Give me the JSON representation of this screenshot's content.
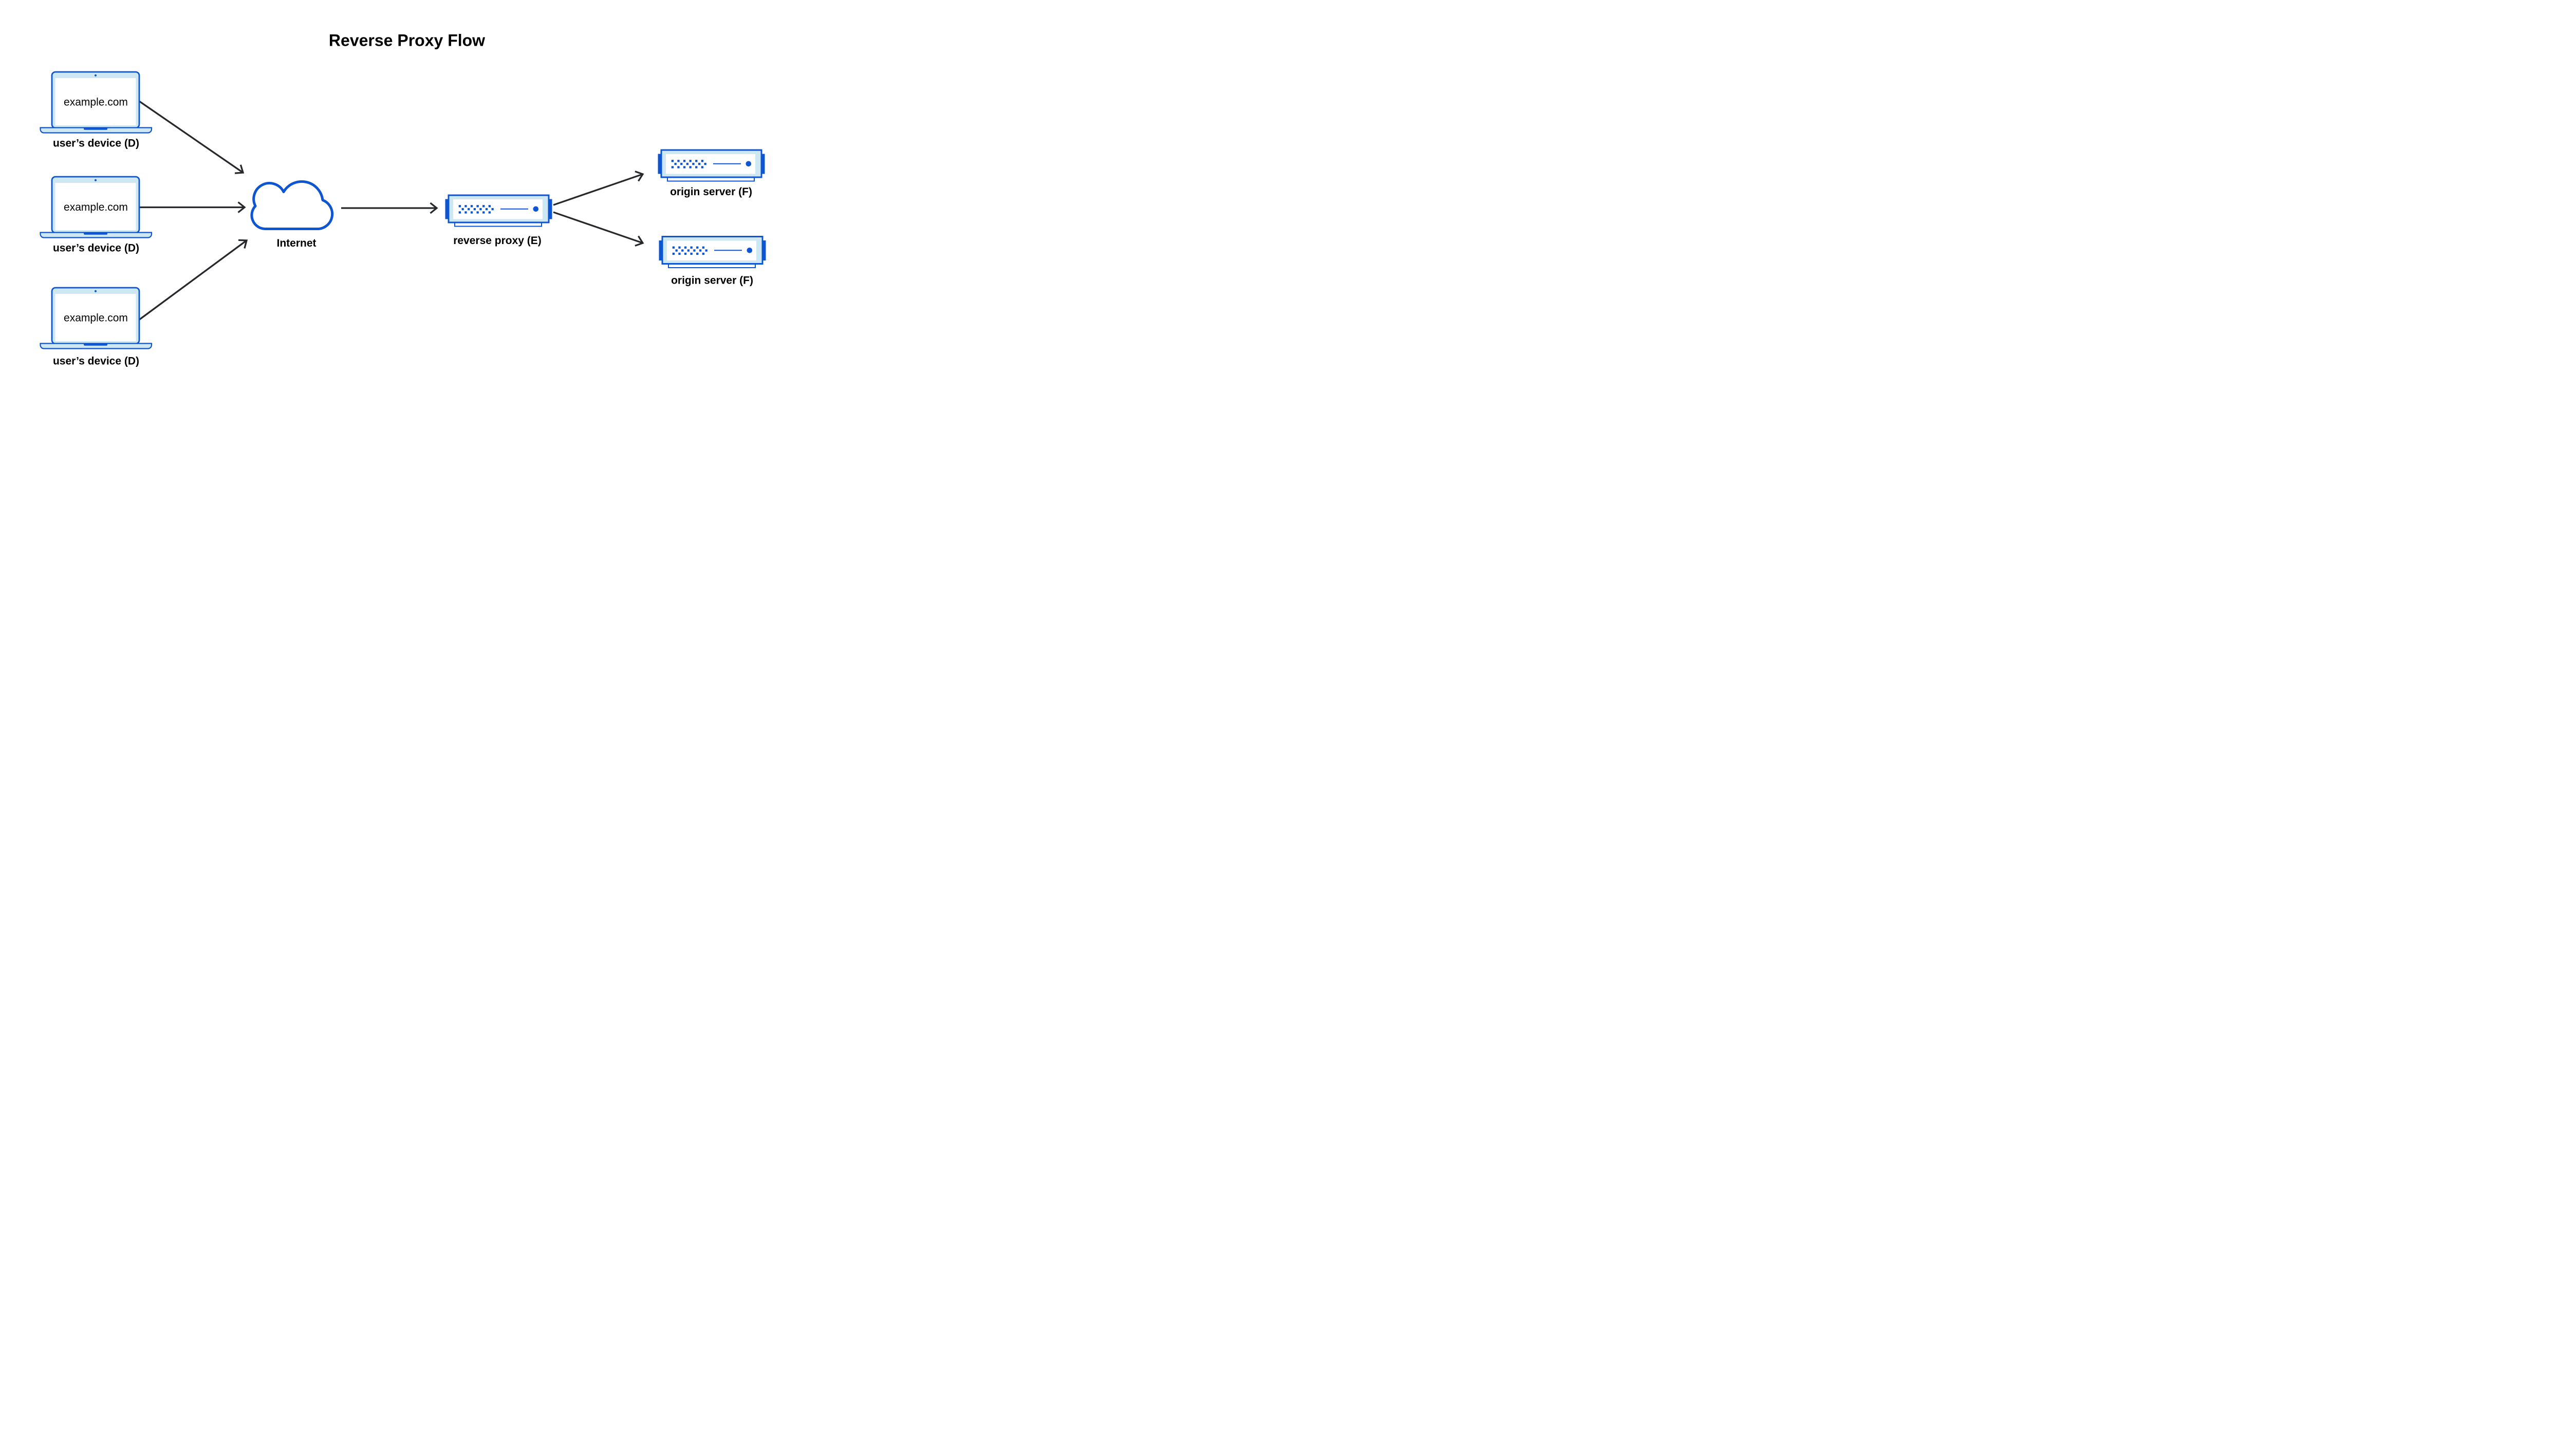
{
  "title": "Reverse Proxy Flow",
  "diagram": {
    "devices": [
      {
        "screen_text": "example.com",
        "label": "user’s device (D)"
      },
      {
        "screen_text": "example.com",
        "label": "user’s device (D)"
      },
      {
        "screen_text": "example.com",
        "label": "user’s device (D)"
      }
    ],
    "internet": {
      "label": "Internet"
    },
    "reverse_proxy": {
      "label": "reverse proxy (E)"
    },
    "origin_servers": [
      {
        "label": "origin server (F)"
      },
      {
        "label": "origin server (F)"
      }
    ]
  },
  "icons": {
    "device": "laptop-icon",
    "internet": "cloud-icon",
    "reverse_proxy": "server-icon",
    "origin_server": "server-icon"
  },
  "colors": {
    "accent_blue": "#0e55d1",
    "light_blue_fill": "#cde7f3",
    "arrow": "#26282b",
    "text": "#000000",
    "background": "#ffffff"
  }
}
